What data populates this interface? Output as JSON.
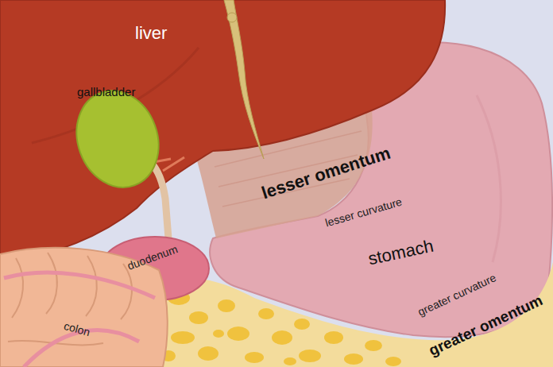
{
  "diagram": {
    "labels": [
      "liver",
      "gallbladder",
      "lesser omentum",
      "lesser curvature",
      "duodenum",
      "stomach",
      "colon",
      "greater curvature",
      "greater omentum"
    ]
  }
}
